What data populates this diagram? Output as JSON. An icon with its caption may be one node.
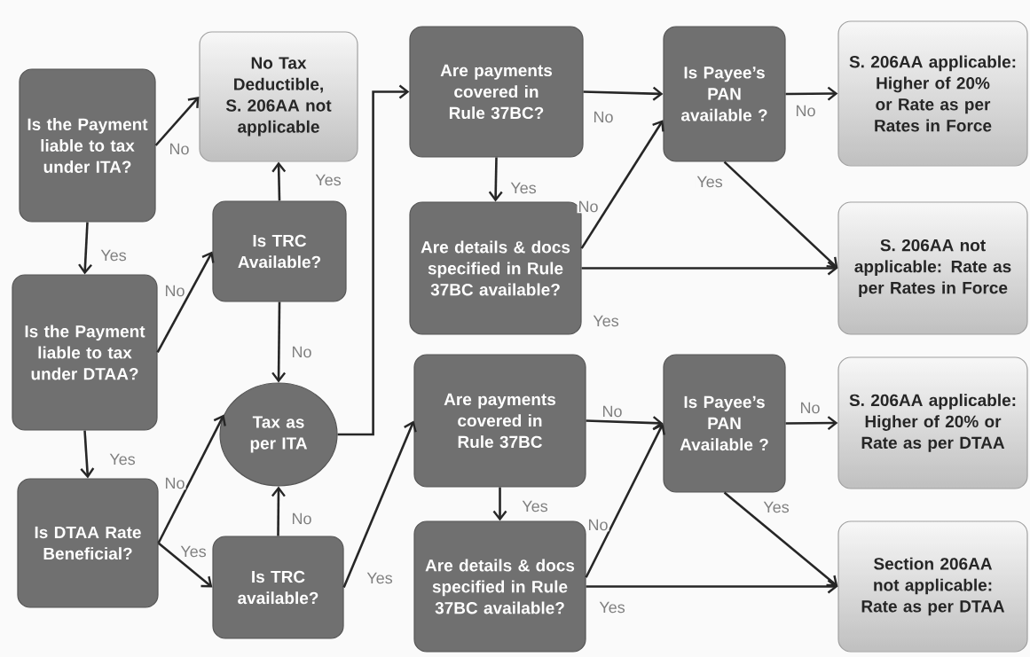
{
  "diagram": {
    "nodes": [
      {
        "text": [
          "Is the Payment liable to tax under ITA?"
        ]
      },
      {
        "text": [
          "No Tax Deductible, S. 206AA not applicable"
        ]
      },
      {
        "text": [
          "Is TRC Available?"
        ]
      },
      {
        "text": [
          "Is the Payment liable to tax under DTAA?"
        ]
      },
      {
        "text": [
          "Tax as per ITA"
        ]
      },
      {
        "text": [
          "Is DTAA Rate Beneficial?"
        ]
      },
      {
        "text": [
          "Is TRC available?"
        ]
      },
      {
        "text": [
          "Are payments covered in Rule 37BC?"
        ]
      },
      {
        "text": [
          "Are details & docs specified in Rule 37BC available?"
        ]
      },
      {
        "text": [
          "Is Payee’s PAN available ?"
        ]
      },
      {
        "text": [
          "S. 206AA applicable: Higher of 20% or Rate as per Rates in Force"
        ]
      },
      {
        "text": [
          "S. 206AA not applicable: Rate as per Rates in Force"
        ]
      },
      {
        "text": [
          "Are payments covered in Rule 37BC"
        ]
      },
      {
        "text": [
          "Are details & docs specified in Rule 37BC available?"
        ]
      },
      {
        "text": [
          "Is Payee’s PAN Available ?"
        ]
      },
      {
        "text": [
          "S. 206AA applicable: Higher of 20% or Rate as per DTAA"
        ]
      },
      {
        "text": [
          "Section 206AA not applicable: Rate as per DTAA"
        ]
      }
    ],
    "edges": [
      {
        "from": 0,
        "to": 1,
        "arrow": "to",
        "label": "No"
      },
      {
        "from": 0,
        "to": 3,
        "arrow": "to",
        "label": "Yes"
      },
      {
        "from": 3,
        "to": 2,
        "arrow": "to",
        "label": "No"
      },
      {
        "from": 2,
        "to": 1,
        "arrow": "to",
        "label": "Yes"
      },
      {
        "from": 2,
        "to": 4,
        "arrow": "to",
        "label": "No"
      },
      {
        "from": 3,
        "to": 5,
        "arrow": "to",
        "label": "Yes"
      },
      {
        "from": 5,
        "to": 4,
        "arrow": "to",
        "label": "No"
      },
      {
        "from": 5,
        "to": 6,
        "arrow": "to",
        "label": "Yes"
      },
      {
        "from": 6,
        "to": 4,
        "arrow": "to",
        "label": "No"
      },
      {
        "from": 4,
        "to": 7,
        "arrow": "to"
      },
      {
        "from": 7,
        "to": 9,
        "arrow": "to",
        "label": "No"
      },
      {
        "from": 7,
        "to": 8,
        "arrow": "to",
        "label": "Yes"
      },
      {
        "from": 8,
        "to": 9,
        "arrow": "to",
        "label": "No"
      },
      {
        "from": 8,
        "to": 11,
        "arrow": "to",
        "label": "Yes"
      },
      {
        "from": 9,
        "to": 10,
        "arrow": "to",
        "label": "No"
      },
      {
        "from": 9,
        "to": 11,
        "arrow": "to",
        "label": "Yes"
      },
      {
        "from": 6,
        "to": 12,
        "arrow": "to",
        "label": "Yes"
      },
      {
        "from": 12,
        "to": 14,
        "arrow": "to",
        "label": "No"
      },
      {
        "from": 12,
        "to": 13,
        "arrow": "to",
        "label": "Yes"
      },
      {
        "from": 13,
        "to": 14,
        "arrow": "to",
        "label": "No"
      },
      {
        "from": 13,
        "to": 16,
        "arrow": "to",
        "label": "Yes"
      },
      {
        "from": 14,
        "to": 15,
        "arrow": "to",
        "label": "No"
      },
      {
        "from": 14,
        "to": 16,
        "arrow": "to",
        "label": "Yes"
      }
    ]
  }
}
